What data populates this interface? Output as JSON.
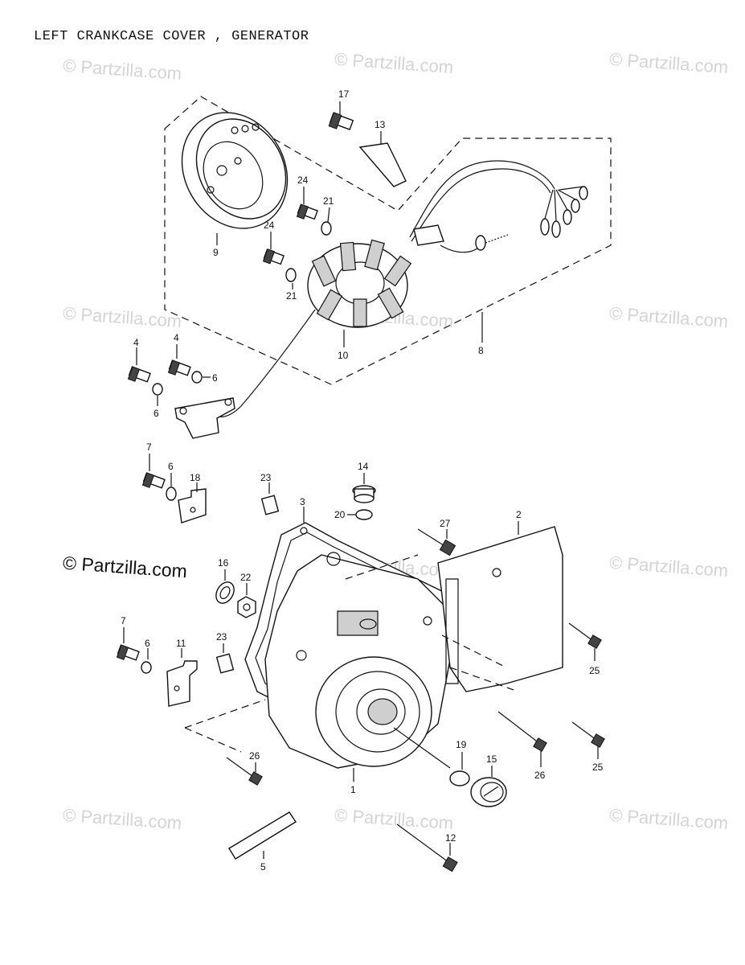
{
  "title": "LEFT CRANKCASE COVER , GENERATOR",
  "watermarks": {
    "text": "© Partzilla.com"
  },
  "callouts": {
    "c1": "1",
    "c2": "2",
    "c3": "3",
    "c4a": "4",
    "c4b": "4",
    "c5": "5",
    "c6a": "6",
    "c6b": "6",
    "c6c": "6",
    "c6d": "6",
    "c7a": "7",
    "c7b": "7",
    "c8": "8",
    "c9": "9",
    "c10": "10",
    "c11": "11",
    "c12": "12",
    "c13": "13",
    "c14": "14",
    "c15": "15",
    "c16": "16",
    "c17": "17",
    "c18": "18",
    "c19": "19",
    "c20": "20",
    "c21a": "21",
    "c21b": "21",
    "c22": "22",
    "c23a": "23",
    "c23b": "23",
    "c24a": "24",
    "c24b": "24",
    "c25a": "25",
    "c25b": "25",
    "c26a": "26",
    "c26b": "26",
    "c27": "27"
  }
}
